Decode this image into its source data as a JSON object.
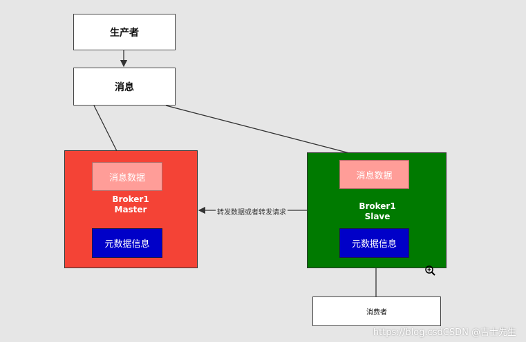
{
  "nodes": {
    "producer": "生产者",
    "message": "消息",
    "master": {
      "title_line1": "Broker1",
      "title_line2": "Master",
      "msg_data": "消息数据",
      "metadata": "元数据信息"
    },
    "slave": {
      "title_line1": "Broker1",
      "title_line2": "Slave",
      "msg_data": "消息数据",
      "metadata": "元数据信息"
    },
    "consumer": "消费者"
  },
  "edges": {
    "forward_label": "转发数据或者转发请求"
  },
  "watermark": "https://blog.csdCSDN @吉士先生",
  "colors": {
    "background": "#e6e6e6",
    "master_panel": "#f44336",
    "slave_panel": "#007a00",
    "msg_data_box": "#ff9d98",
    "metadata_box": "#0000c8"
  },
  "icons": {
    "zoom": "zoom-in-icon"
  }
}
